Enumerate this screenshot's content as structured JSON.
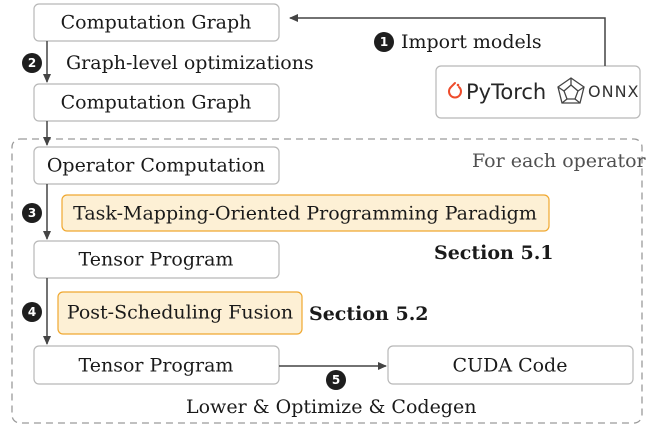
{
  "nodes": {
    "computation_graph_1": "Computation Graph",
    "computation_graph_2": "Computation Graph",
    "operator_computation": "Operator Computation",
    "task_mapping": "Task-Mapping-Oriented Programming Paradigm",
    "tensor_program_1": "Tensor Program",
    "post_scheduling": "Post-Scheduling Fusion",
    "tensor_program_2": "Tensor Program",
    "cuda_code": "CUDA Code"
  },
  "steps": {
    "import_models": {
      "number": "1",
      "label": "Import models"
    },
    "graph_opt": {
      "number": "2",
      "label": "Graph-level optimizations"
    },
    "step3": {
      "number": "3"
    },
    "step4": {
      "number": "4"
    },
    "step5": {
      "number": "5"
    }
  },
  "annotations": {
    "for_each_operator": "For each operator",
    "section_51": "Section 5.1",
    "section_52": "Section 5.2",
    "lower_optimize": "Lower & Optimize & Codegen"
  },
  "frameworks": {
    "pytorch": "PyTorch",
    "onnx": "ONNX"
  },
  "colors": {
    "highlight_fill": "#fdf0d5",
    "highlight_border": "#f0a830",
    "box_border": "#b8b8b8",
    "arrow": "#444444",
    "dashed_region": "#9a9a9a",
    "pytorch_accent": "#ee4c2c"
  },
  "icons": {
    "pytorch": "pytorch-flame-icon",
    "onnx": "onnx-logo-icon"
  }
}
